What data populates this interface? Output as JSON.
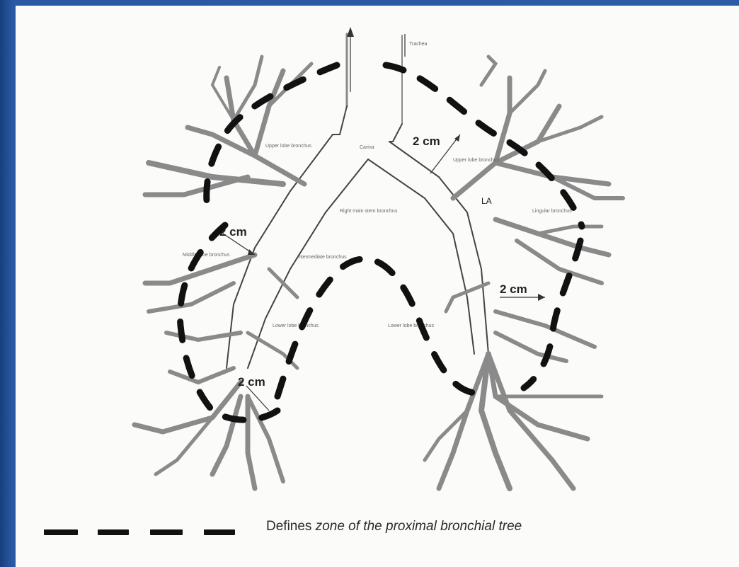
{
  "labels": {
    "trachea": "Trachea",
    "carina": "Carina",
    "right_upper_lobe": "Upper lobe bronchus",
    "left_upper_lobe": "Upper lobe bronchus",
    "right_main": "Right main stem bronchus",
    "middle_lobe": "Middle lobe bronchus",
    "intermediate": "Intermediate bronchus",
    "right_lower": "Lower lobe bronchus",
    "left_lower": "Lower lobe bronchus",
    "lingular": "Lingular bronchus",
    "la": "LA"
  },
  "measurements": {
    "m1": "2 cm",
    "m2": "2 cm",
    "m3": "2 cm",
    "m4": "2 cm"
  },
  "legend": {
    "text_prefix": "Defines ",
    "text_italic": "zone of the proximal bronchial tree"
  },
  "colors": {
    "background": "#2c5ca6",
    "paper": "#fbfbf9",
    "dash": "#111111"
  }
}
